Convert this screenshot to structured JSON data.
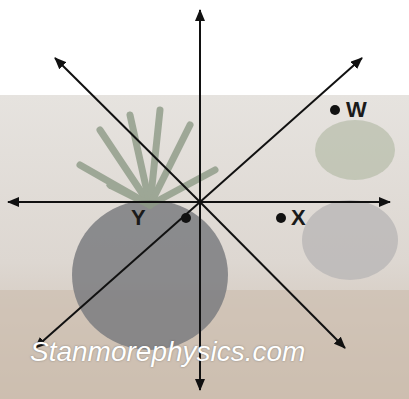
{
  "diagram": {
    "labels": [
      "W",
      "Y",
      "X",
      "Stanmorephysics.com"
    ]
  }
}
